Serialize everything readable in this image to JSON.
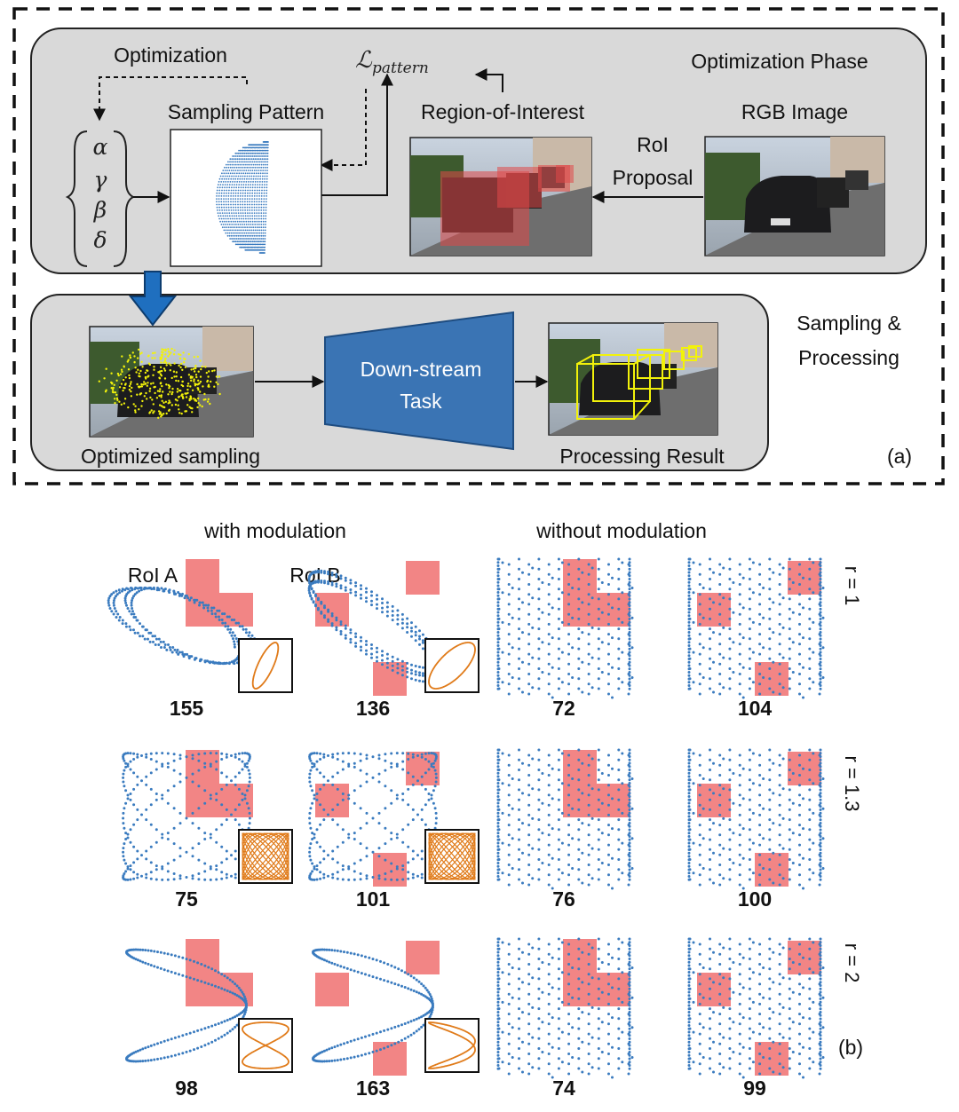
{
  "panel_a": {
    "label": "(a)",
    "optimization_phase": "Optimization Phase",
    "optimization": "Optimization",
    "loss": "ℒ",
    "loss_sub": "pattern",
    "sampling_pattern": "Sampling Pattern",
    "region_of_interest": "Region-of-Interest",
    "rgb_image": "RGB Image",
    "roi_proposal_1": "RoI",
    "roi_proposal_2": "Proposal",
    "params": [
      "α",
      "γ",
      "β",
      "δ"
    ],
    "sampling_processing_1": "Sampling &",
    "sampling_processing_2": "Processing",
    "downstream_1": "Down-stream",
    "downstream_2": "Task",
    "optimized_sampling": "Optimized sampling",
    "processing_result": "Processing Result"
  },
  "panel_b": {
    "label": "(b)",
    "with_modulation": "with modulation",
    "without_modulation": "without modulation",
    "roi_a": "RoI A",
    "roi_b": "RoI B",
    "rows": [
      {
        "r": "r = 1",
        "scores": [
          "155",
          "136",
          "72",
          "104"
        ]
      },
      {
        "r": "r = 1.3",
        "scores": [
          "75",
          "101",
          "76",
          "100"
        ]
      },
      {
        "r": "r = 2",
        "scores": [
          "98",
          "163",
          "74",
          "99"
        ]
      }
    ]
  },
  "colors": {
    "dots": "#3a7bbf",
    "roi_red": "#f07070",
    "curve": "#e07b1a",
    "arrow_blue": "#1f6fbf",
    "panel_gray": "#d9d9d9",
    "box_yellow": "#f2f20a"
  }
}
